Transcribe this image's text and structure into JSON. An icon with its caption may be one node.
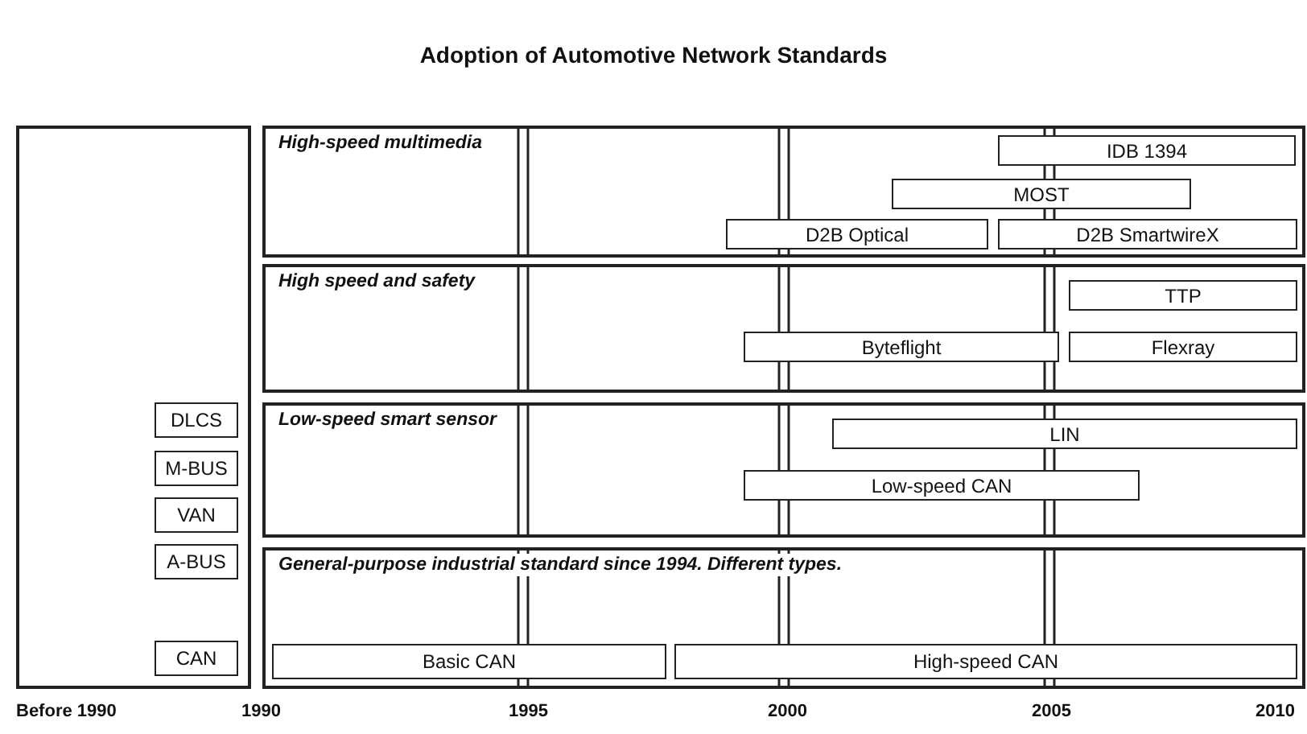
{
  "diagram": {
    "title": "Adoption of Automotive Network Standards",
    "nodes": [
      {
        "text": [],
        "shape": "box"
      },
      {
        "text": [
          "DLCS"
        ],
        "in": 0
      },
      {
        "text": [
          "M-BUS"
        ],
        "in": 0
      },
      {
        "text": [
          "VAN"
        ],
        "in": 0
      },
      {
        "text": [
          "A-BUS"
        ],
        "in": 0
      },
      {
        "text": [
          "CAN"
        ],
        "in": 0
      },
      {
        "text": [
          "High-speed multimedia"
        ]
      },
      {
        "text": [
          "IDB 1394"
        ],
        "in": 6
      },
      {
        "text": [
          "MOST"
        ],
        "in": 6
      },
      {
        "text": [
          "D2B Optical"
        ],
        "in": 6
      },
      {
        "text": [
          "D2B SmartwireX"
        ],
        "in": 6
      },
      {
        "text": [
          "High speed and safety"
        ]
      },
      {
        "text": [
          "TTP"
        ],
        "in": 11
      },
      {
        "text": [
          "Byteflight"
        ],
        "in": 11
      },
      {
        "text": [
          "Flexray"
        ],
        "in": 11
      },
      {
        "text": [
          "Low-speed smart sensor"
        ]
      },
      {
        "text": [
          "LIN"
        ],
        "in": 15
      },
      {
        "text": [
          "Low-speed CAN"
        ],
        "in": 15
      },
      {
        "text": [
          "General-purpose industrial standard since 1994.  Different types."
        ]
      },
      {
        "text": [
          "Basic CAN"
        ],
        "in": 18
      },
      {
        "text": [
          "High-speed CAN"
        ],
        "in": 18
      }
    ],
    "labels": [
      "Before 1990",
      "1990",
      "1995",
      "2000",
      "2005",
      "2010"
    ]
  }
}
